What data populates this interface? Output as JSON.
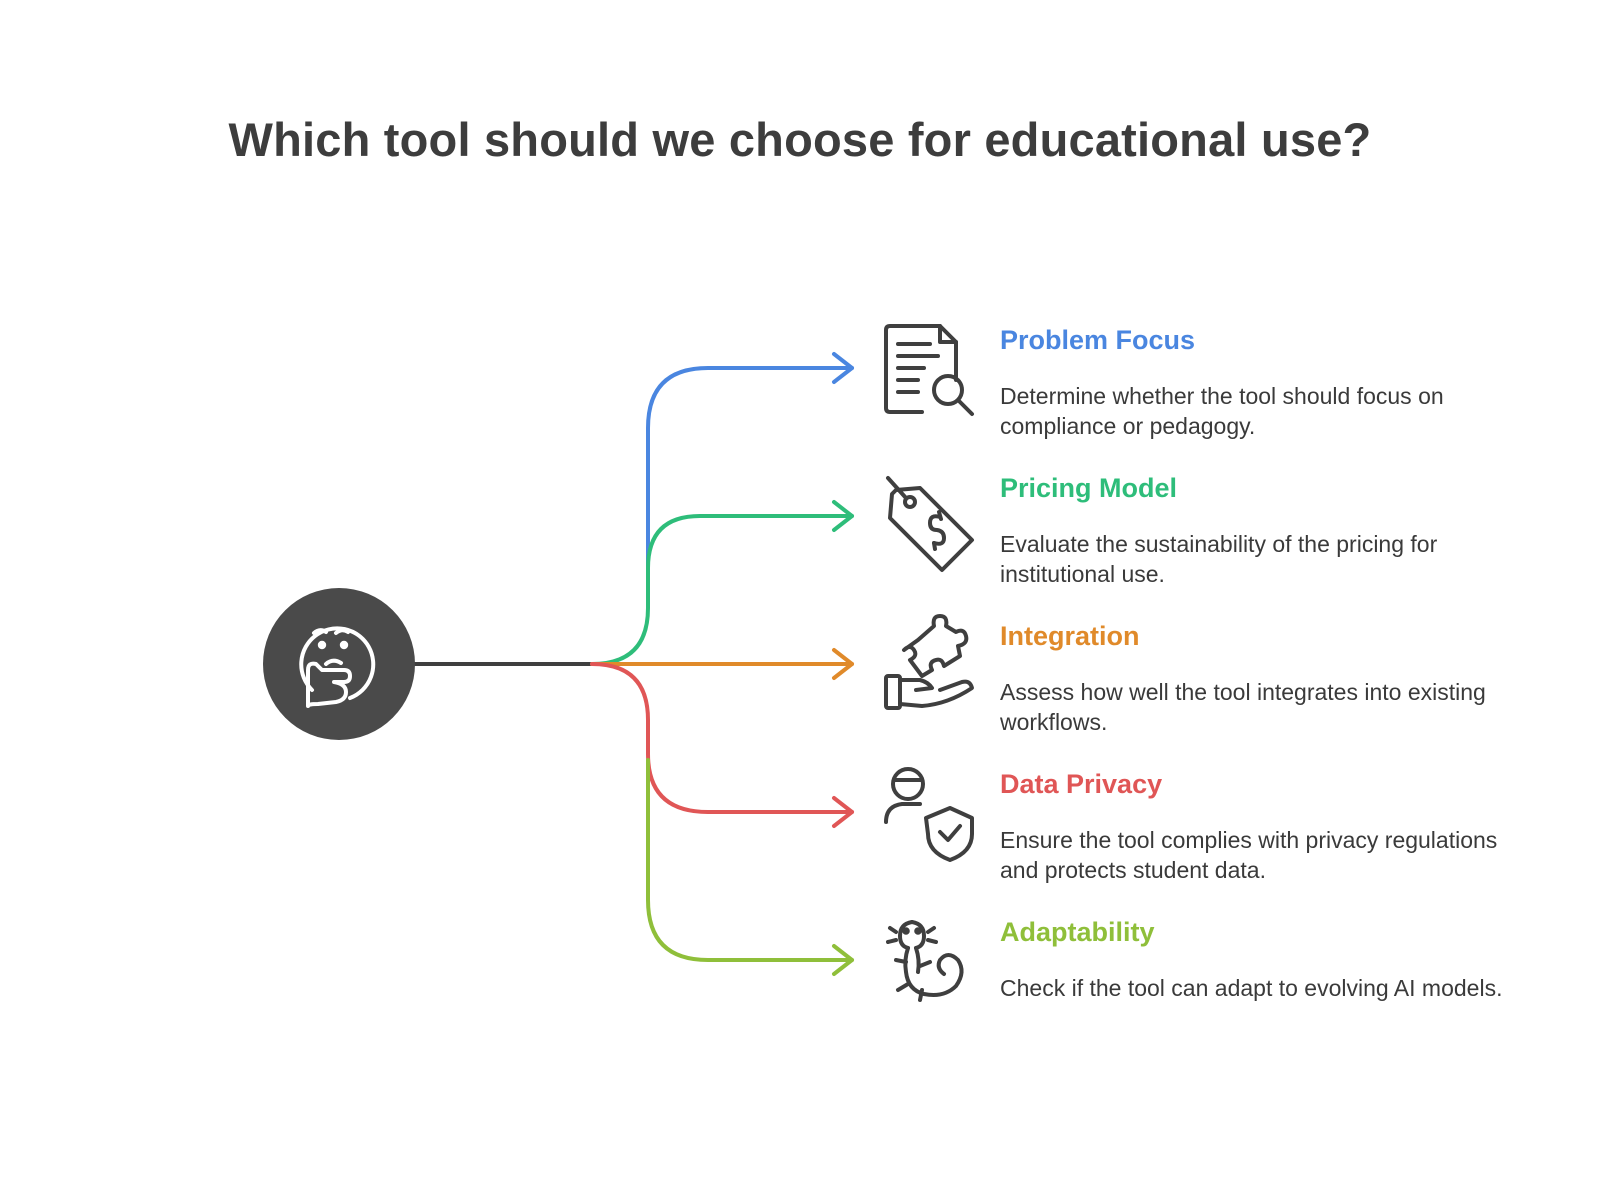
{
  "title": "Which tool should we choose for educational use?",
  "root": {
    "icon": "thinking-face-icon",
    "fill": "#4a4a4a"
  },
  "items": [
    {
      "title": "Problem Focus",
      "description": "Determine whether the tool should focus on compliance or pedagogy.",
      "color": "#4a86e0",
      "icon": "document-search-icon"
    },
    {
      "title": "Pricing Model",
      "description": "Evaluate the sustainability of the pricing for institutional use.",
      "color": "#2ebd7a",
      "icon": "price-tag-icon"
    },
    {
      "title": "Integration",
      "description": "Assess how well the tool integrates into existing workflows.",
      "color": "#e08a2a",
      "icon": "puzzle-hand-icon"
    },
    {
      "title": "Data Privacy",
      "description": "Ensure the tool complies with privacy regulations and protects student data.",
      "color": "#e05656",
      "icon": "user-shield-icon"
    },
    {
      "title": "Adaptability",
      "description": "Check if the tool can adapt to evolving AI models.",
      "color": "#8fbf3a",
      "icon": "salamander-icon"
    }
  ]
}
